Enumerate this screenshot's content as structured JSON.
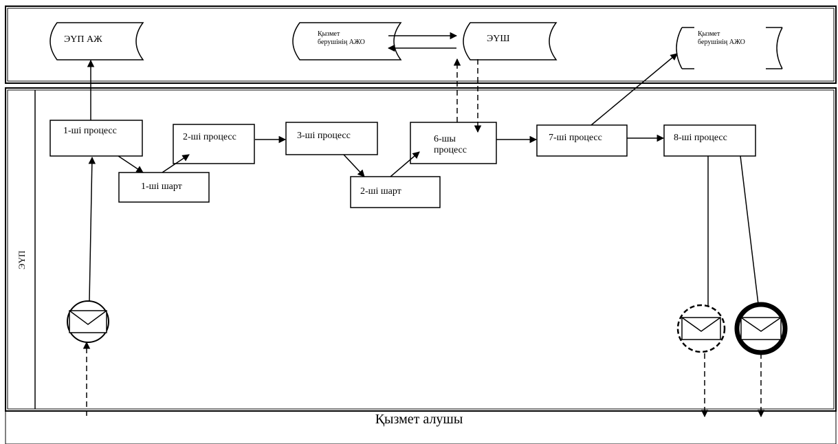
{
  "systems": {
    "eup_azh": "ЭҮП АЖ",
    "provider_azho_left": "Қызмет берушінің АЖО",
    "eush": "ЭҮШ",
    "provider_azho_right": "Қызмет берушінің АЖО"
  },
  "lanes": {
    "eup": "ЭҮП",
    "service_recipient": "Қызмет алушы"
  },
  "steps": {
    "p1": "1-ші процесс",
    "p2": "2-ші процесс",
    "p3": "3-ші процесс",
    "p6": "6-шы процесс",
    "p7": "7-ші процесс",
    "p8": "8-ші процесс",
    "c1": "1-ші шарт",
    "c2": "2-ші шарт"
  }
}
